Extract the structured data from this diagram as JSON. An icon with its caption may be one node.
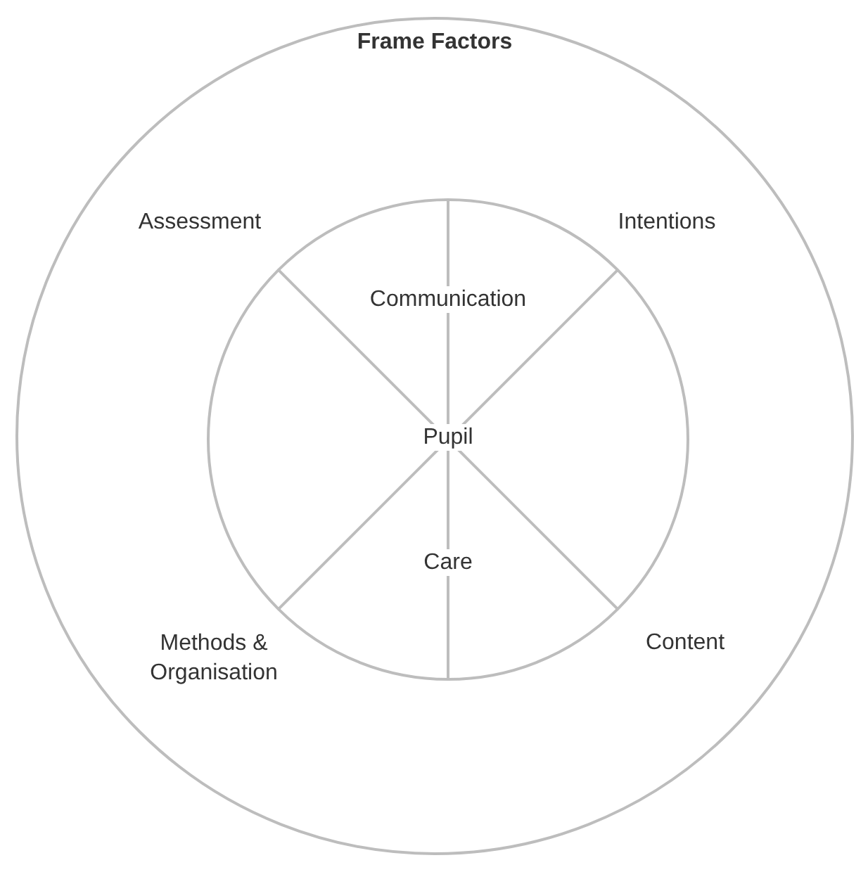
{
  "diagram": {
    "nodes": [
      {
        "text": [
          "Frame Factors"
        ]
      },
      {
        "text": [
          "Communication",
          "Pupil",
          "Care"
        ],
        "in": 0
      }
    ],
    "labels": [
      "Assessment",
      "Intentions",
      "Methods & Organisation",
      "Content"
    ]
  }
}
